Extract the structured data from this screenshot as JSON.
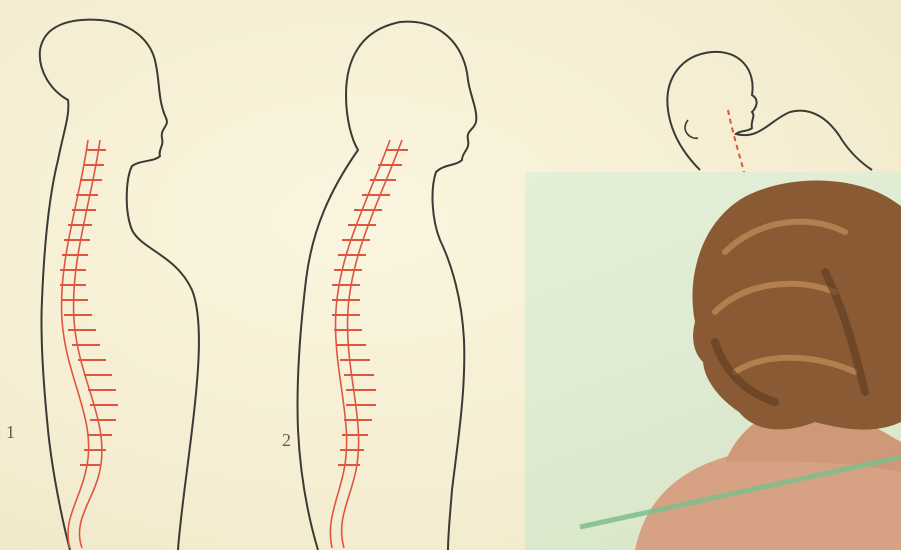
{
  "figures": [
    {
      "id": "figure-1",
      "number": "1"
    },
    {
      "id": "figure-2",
      "number": "2"
    },
    {
      "id": "figure-3",
      "number": ""
    }
  ],
  "colors": {
    "paper": "#f7f1d8",
    "outline": "#3b3b35",
    "spine": "#e0553f",
    "photo_background": "#e2eed6",
    "hair": "#8a5a34",
    "skin": "#d9a98a",
    "marker_line": "#7fbf8c"
  }
}
